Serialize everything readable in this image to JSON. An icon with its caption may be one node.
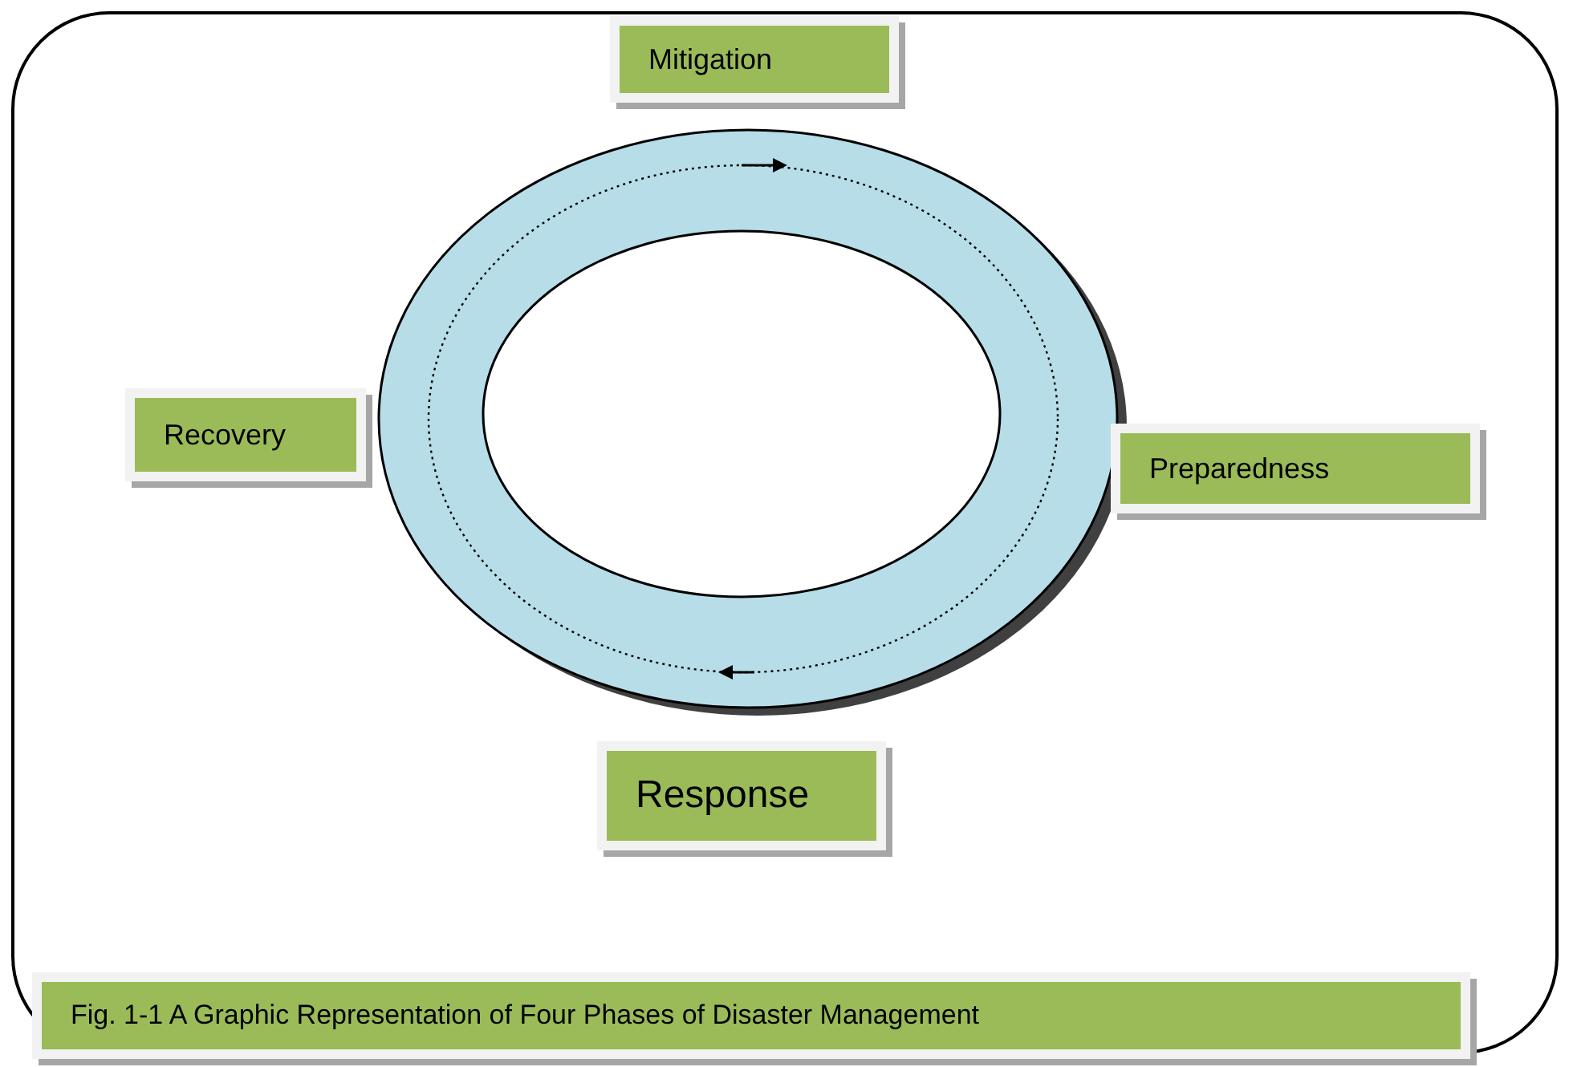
{
  "diagram": {
    "caption": "Fig. 1-1 A Graphic Representation of Four Phases of Disaster Management",
    "nodes": [
      {
        "text": [
          "Mitigation"
        ]
      },
      {
        "text": [
          "Recovery"
        ]
      },
      {
        "text": [
          "Preparedness"
        ]
      },
      {
        "text": [
          "Response"
        ]
      }
    ],
    "edges": []
  }
}
